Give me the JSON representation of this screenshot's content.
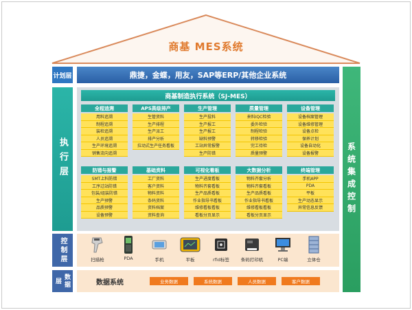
{
  "roof_title": "商基  MES系统",
  "layers": {
    "plan": "计划层",
    "exec": "执行层",
    "ctrl": "控制层",
    "data": "数据层"
  },
  "right_pillar": "系统集成控制",
  "erp_bar": "鼎捷，金蝶，用友，SAP等ERP/其他企业系统",
  "mes_title": "商基制造执行系统（SJ-MES）",
  "modules_row1": [
    {
      "title": "全程追溯",
      "items": [
        "用料追溯",
        "制程追溯",
        "装检追溯",
        "人员追溯",
        "生产环境追溯",
        "销售流向追溯"
      ]
    },
    {
      "title": "APS高级排产",
      "items": [
        "生管资料",
        "生产排程",
        "生产派工",
        "排产分析",
        "拉动式生产任务看板"
      ]
    },
    {
      "title": "生产管理",
      "items": [
        "生产投料",
        "生产报工",
        "生产报工",
        "缺料预警",
        "工站异常报警",
        "生产防错"
      ]
    },
    {
      "title": "质量管理",
      "items": [
        "来料IQC检验",
        "委外检验",
        "制程检验",
        "转移检验",
        "完工待检",
        "质量预警"
      ]
    },
    {
      "title": "设备管理",
      "items": [
        "设备档案管理",
        "设备维修管理",
        "设备点检",
        "保养计划",
        "设备自动化",
        "设备报警"
      ]
    }
  ],
  "modules_row2": [
    {
      "title": "防错与报警",
      "items": [
        "SMT上料防错",
        "工序过站防错",
        "包装/组装防错",
        "生产预警",
        "品质预警",
        "设备预警"
      ]
    },
    {
      "title": "基础资料",
      "items": [
        "工厂资料",
        "客户资料",
        "物料资料",
        "条码资料",
        "资料档案",
        "资料查询"
      ]
    },
    {
      "title": "可视化看板",
      "items": [
        "生产进度看板",
        "物料齐套看板",
        "生产品质看板",
        "作业指导书看板",
        "维修看板看板",
        "看板分页显示"
      ]
    },
    {
      "title": "大数据分析",
      "items": [
        "物料齐套分析",
        "物料齐套看板",
        "生产品质看板",
        "作业指导书看板",
        "维修看板看板",
        "看板分页显示"
      ]
    },
    {
      "title": "终端管理",
      "items": [
        "手机APP",
        "PDA",
        "平板",
        "生产动态显示",
        "异常信息反馈"
      ]
    }
  ],
  "devices": [
    {
      "label": "扫描枪",
      "icon": "scanner-icon"
    },
    {
      "label": "PDA",
      "icon": "pda-icon"
    },
    {
      "label": "手机",
      "icon": "phone-icon"
    },
    {
      "label": "平板",
      "icon": "tablet-icon"
    },
    {
      "label": "rfid标签",
      "icon": "rfid-icon"
    },
    {
      "label": "条码打印机",
      "icon": "printer-icon"
    },
    {
      "label": "PC端",
      "icon": "pc-icon"
    },
    {
      "label": "立体仓",
      "icon": "warehouse-icon"
    }
  ],
  "data_title": "数据系统",
  "data_chips": [
    "业务数据",
    "系统数据",
    "人员数据",
    "客户数据"
  ],
  "colors": {
    "roof_line": "#d9895a",
    "roof_title": "#e07a2e",
    "teal": "#2bb5a8",
    "blue": "#2f77c2",
    "green": "#3fb77a",
    "yellow": "#ffe25a",
    "orange": "#f07a1e",
    "peach": "#fbe6cf"
  }
}
